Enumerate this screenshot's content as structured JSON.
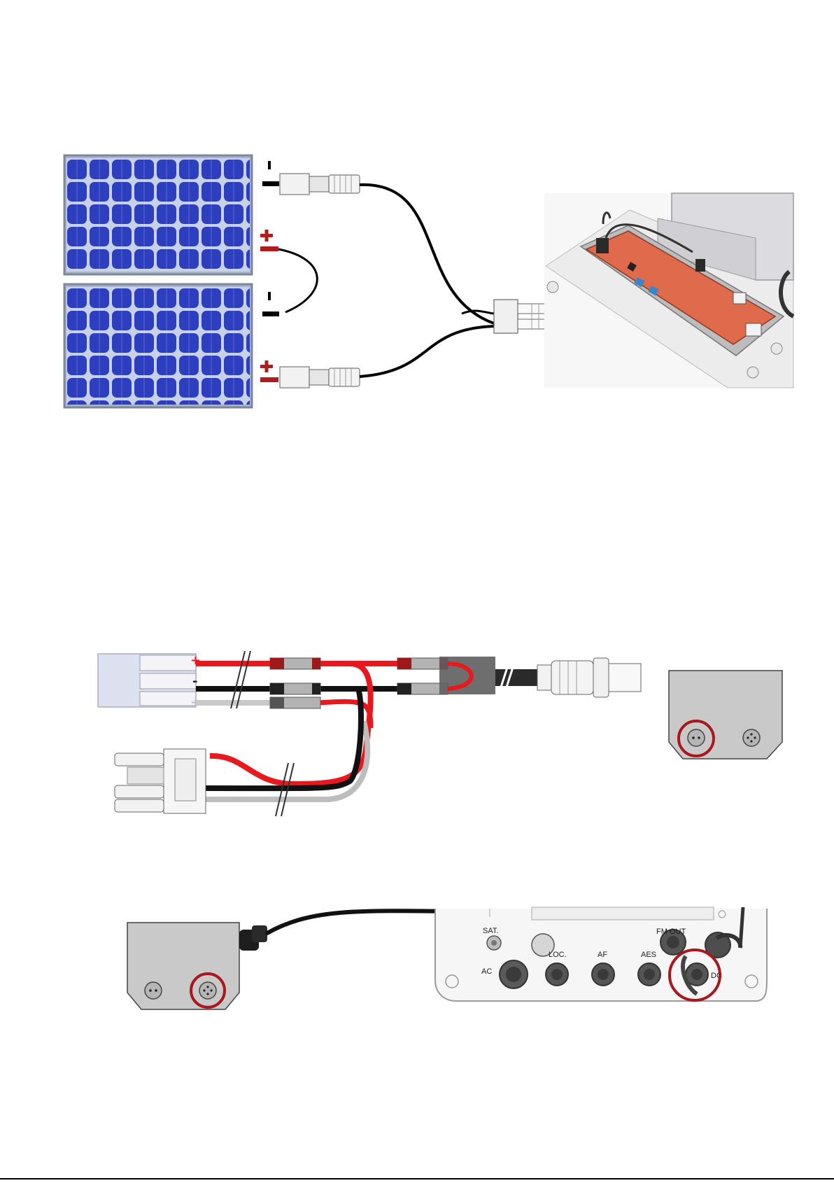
{
  "diagram1": {
    "panel_top": {
      "polarity": [
        "-",
        "+"
      ]
    },
    "panel_bottom": {
      "polarity": [
        "-",
        "+"
      ]
    }
  },
  "diagram2": {
    "plug_marks": [
      "+",
      "-",
      "+"
    ]
  },
  "diagram3": {
    "port_labels": [
      "SAT.",
      "AC",
      "LOC.",
      "AF",
      "AES",
      "FM OUT",
      "DC"
    ]
  },
  "colors": {
    "cell_blue": "#2d3fbf",
    "pcb": "#e06a4c",
    "wire_red": "#e8191e",
    "wire_black": "#111111",
    "wire_grey": "#bdbdbd",
    "highlight_ring": "#a8181c",
    "polarity_red": "#b01c1c",
    "box_grey": "#c9c9c9"
  }
}
